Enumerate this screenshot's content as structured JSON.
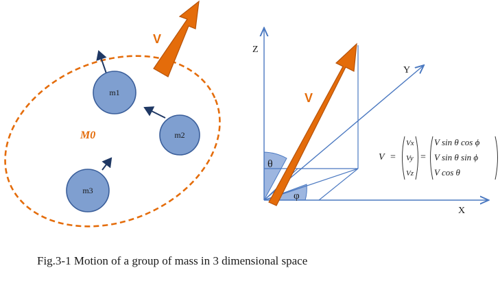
{
  "left_panel": {
    "velocity_label": "V",
    "group_label": "M0",
    "masses": [
      {
        "label": "m1"
      },
      {
        "label": "m2"
      },
      {
        "label": "m3"
      }
    ]
  },
  "right_panel": {
    "axes": {
      "z": "Z",
      "y": "Y",
      "x": "X"
    },
    "velocity_label": "V",
    "theta_label": "θ",
    "phi_label": "φ"
  },
  "equation": {
    "lhs": "V",
    "components": [
      "Vx",
      "Vy",
      "Vz"
    ],
    "expressions": [
      "V sin θ cos ϕ",
      "V sin θ sin ϕ",
      "V cos θ"
    ]
  },
  "caption": "Fig.3-1  Motion of a group of mass in 3 dimensional space",
  "colors": {
    "orange": "#E46C0A",
    "orange_dark": "#B5520A",
    "mass_fill": "#7F9FD0",
    "mass_stroke": "#3A5E9A",
    "axis_blue": "#4A78C0",
    "arrow_navy": "#1F3864",
    "angle_fill": "#9DB6E0"
  }
}
